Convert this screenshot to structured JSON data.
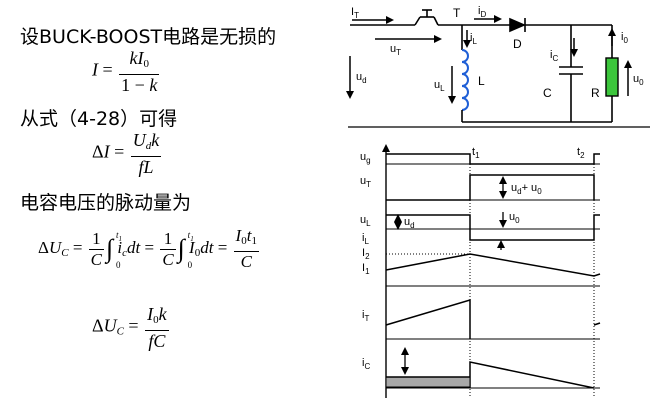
{
  "left": {
    "intro": "设BUCK-BOOST电路是无损的",
    "from_formula": "从式（4-28）可得",
    "ripple_heading": "电容电压的脉动量为"
  },
  "circuit": {
    "current_in": "I",
    "current_in_sub": "T",
    "switch": "T",
    "switch_voltage": "u",
    "switch_voltage_sub": "T",
    "diode_current": "i",
    "diode_current_sub": "D",
    "diode": "D",
    "inductor_current": "i",
    "inductor_current_sub": "L",
    "input_voltage": "u",
    "input_voltage_sub": "d",
    "inductor_voltage": "u",
    "inductor_voltage_sub": "L",
    "inductor": "L",
    "cap_current": "i",
    "cap_current_sub": "C",
    "capacitor": "C",
    "load_current": "i",
    "load_current_sub": "0",
    "resistor": "R",
    "output_voltage": "u",
    "output_voltage_sub": "0"
  },
  "waveforms": {
    "t1": "t",
    "t1_sub": "1",
    "t2": "t",
    "t2_sub": "2",
    "ug": "u",
    "ug_sub": "g",
    "uT": "u",
    "uT_sub": "T",
    "uL": "u",
    "uL_sub": "L",
    "iL": "i",
    "iL_sub": "L",
    "I2": "I",
    "I2_sub": "2",
    "I1": "I",
    "I1_sub": "1",
    "iT": "i",
    "iT_sub": "T",
    "iC": "i",
    "iC_sub": "C",
    "ud_plus_u0": "u",
    "ud_plus_u0_sub1": "d",
    "ud_plus_u0_mid": "+ u",
    "ud_plus_u0_sub2": "0",
    "u0_label": "u",
    "u0_label_sub": "0",
    "ud_label": "u",
    "ud_label_sub": "d"
  }
}
